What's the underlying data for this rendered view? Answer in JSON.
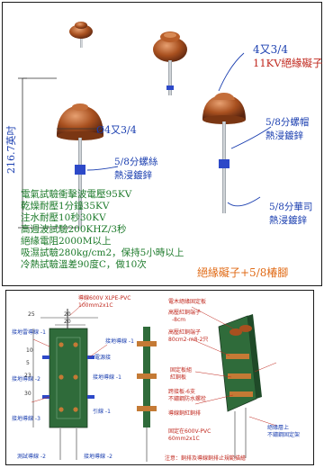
{
  "top_panel": {
    "dimension_height": "216.7英吋",
    "dimension_diameter": "Ø4又3/4",
    "label_top_right_size": "4又3/4",
    "label_top_right_name": "11KV絕緣礙子",
    "label_cap_line1": "5/8分螺帽",
    "label_cap_line2": "熱浸鍍鋅",
    "label_screw_line1": "5/8分螺絲",
    "label_screw_line2": "熱浸鍍鋅",
    "label_bolt_line1": "5/8分華司",
    "label_bolt_line2": "熱浸鍍鋅",
    "specs": [
      "電氣試驗衝擊波電壓95KV",
      "乾燥耐壓1分鐘35KV",
      "注水耐壓10秒30KV",
      "高週波試驗200KHZ/3秒",
      "絕緣電阻2000M以上",
      "吸濕試驗280kg/cm2，保持5小時以上",
      "冷熱試驗溫差90度C，做10次"
    ],
    "footer_title": "絕緣礙子+5/8椿腳"
  },
  "bottom_panel": {
    "labels_left": [
      "導線600V XLPE-PVC",
      "100mm2x1C",
      "接地雷導線 -1",
      "接地導線 -1",
      "電源接",
      "接地導線 -1",
      "接地導線 -2",
      "接地導線 -3",
      "引線 -1",
      "測試導線 -2",
      "接地導線 -2"
    ],
    "labels_right": [
      "電木絕緣固定板",
      "高壓紅銅端子",
      "-8cm",
      "高壓紅銅端子",
      "80cm2-m8-2只",
      "固定板組",
      "紅銅板",
      "跨接板-6支",
      "不鏽鋼防水螺栓",
      "導線銅紅銅排",
      "固定在600V-PVC",
      "60mm2x1C",
      "絕緣層上",
      "不鏽鋼固定架"
    ],
    "dims": [
      "25",
      "20",
      "20",
      "10",
      "5",
      "23",
      "30"
    ],
    "note": "注意：銅排及導線銅排止規範描繪"
  },
  "colors": {
    "porcelain": "#a8501f",
    "porcelain_light": "#d88a55",
    "steel": "#b9bfc6",
    "blue_nut": "#2d49c8",
    "board_green": "#2f6b3a",
    "copper": "#c47a35"
  }
}
